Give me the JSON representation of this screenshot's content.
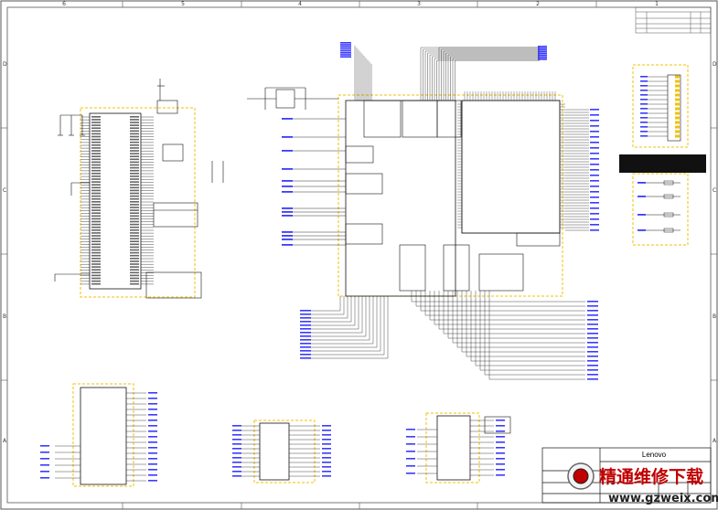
{
  "sheet": {
    "zone_columns": [
      "6",
      "5",
      "4",
      "3",
      "2",
      "1"
    ],
    "zone_rows": [
      "D",
      "C",
      "B",
      "A"
    ]
  },
  "title_block": {
    "company": "Lenovo"
  },
  "watermark": {
    "site_cn": "精通维修下载",
    "site_url": "www.gzweix.com"
  },
  "colors": {
    "wire": "#1a1a1a",
    "net_label": "#3a3aff",
    "group_outline": "#f2c200",
    "watermark_red": "#c00000"
  }
}
